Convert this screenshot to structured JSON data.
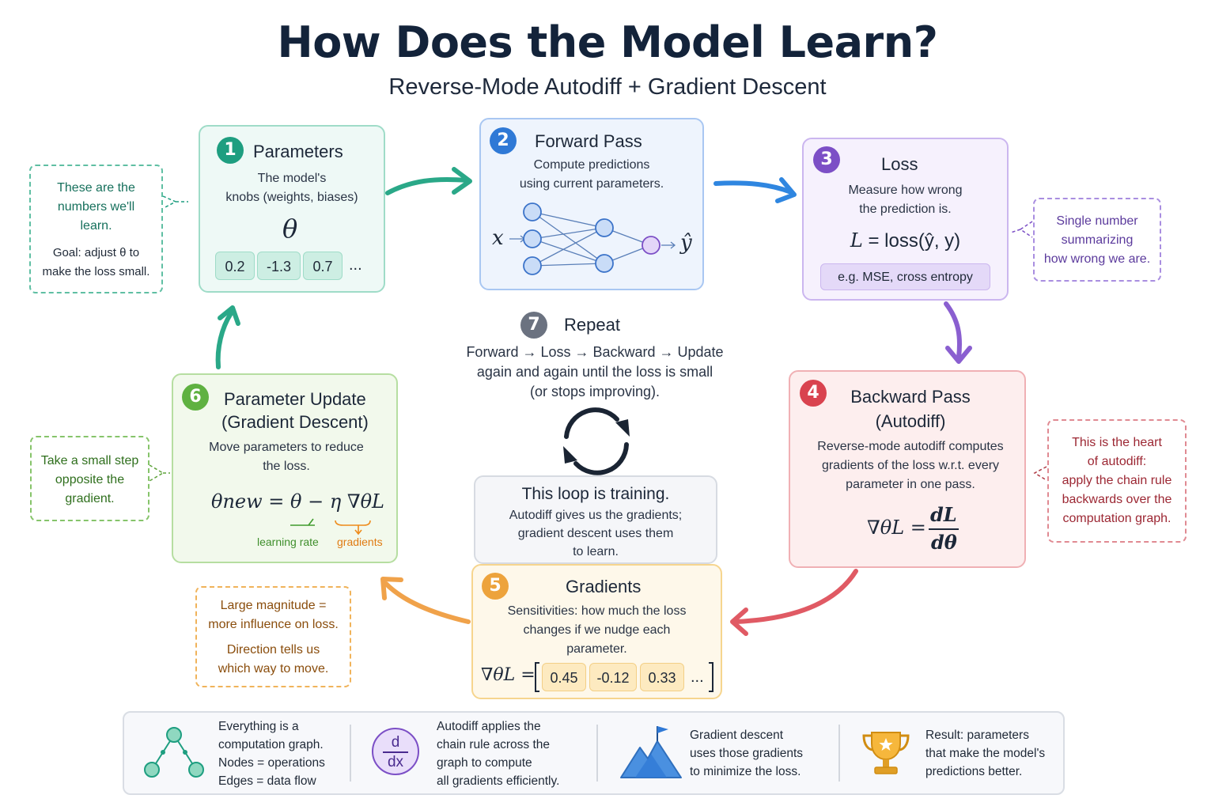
{
  "header": {
    "title": "How Does the Model Learn?",
    "subtitle": "Reverse-Mode Autodiff + Gradient Descent"
  },
  "colors": {
    "teal": "#1e9e80",
    "blue": "#2f79d6",
    "purple": "#7c4fc6",
    "red": "#d9434f",
    "orange": "#eda33c",
    "green": "#5fb141",
    "gray": "#6b7280"
  },
  "step1": {
    "num": "1",
    "title": "Parameters",
    "line1": "The model's",
    "line2": "knobs (weights, biases)",
    "symbol": "θ",
    "values": [
      "0.2",
      "-1.3",
      "0.7"
    ],
    "ellipsis": "..."
  },
  "step2": {
    "num": "2",
    "title": "Forward Pass",
    "line1": "Compute predictions",
    "line2": "using current parameters.",
    "input_label": "x",
    "output_label": "ŷ"
  },
  "step3": {
    "num": "3",
    "title": "Loss",
    "line1": "Measure how wrong",
    "line2": "the prediction is.",
    "formula_lhs": "L",
    "formula_eq": " = ",
    "formula_rhs": "loss(ŷ, y)",
    "example": "e.g. MSE, cross entropy"
  },
  "step4": {
    "num": "4",
    "title1": "Backward Pass",
    "title2": "(Autodiff)",
    "line1": "Reverse-mode autodiff computes",
    "line2": "gradients of the loss w.r.t. every",
    "line3": "parameter in one pass.",
    "formula_lhs": "∇θL =",
    "formula_num": "dL",
    "formula_den": "dθ"
  },
  "step5": {
    "num": "5",
    "title": "Gradients",
    "line1": "Sensitivities: how much the loss",
    "line2": "changes if we nudge each",
    "line3": "parameter.",
    "formula_lhs": "∇θL =",
    "values": [
      "0.45",
      "-0.12",
      "0.33"
    ],
    "ellipsis": "..."
  },
  "step6": {
    "num": "6",
    "title1": "Parameter Update",
    "title2": "(Gradient Descent)",
    "line1": "Move parameters to reduce",
    "line2": "the loss.",
    "formula": "θnew = θ − η ∇θL",
    "lr_label": "learning rate",
    "grad_label": "gradients"
  },
  "step7": {
    "num": "7",
    "title": "Repeat",
    "line1": "Forward → Loss → Backward → Update",
    "line2": "again and again until the loss is small",
    "line3": "(or stops improving)."
  },
  "loop_box": {
    "title": "This loop is training.",
    "line1": "Autodiff gives us the gradients;",
    "line2": "gradient descent uses them",
    "line3": "to learn."
  },
  "notes": {
    "params": {
      "line1": "These are the",
      "line2": "numbers we'll",
      "line3": "learn.",
      "line4": "Goal: adjust θ to",
      "line5": "make the loss small."
    },
    "loss": {
      "line1": "Single number",
      "line2": "summarizing",
      "line3": "how wrong we are."
    },
    "autodiff": {
      "line1": "This is the heart",
      "line2": "of autodiff:",
      "line3": "apply the chain rule",
      "line4": "backwards over the",
      "line5": "computation graph."
    },
    "update": {
      "line1": "Take a small step",
      "line2": "opposite the",
      "line3": "gradient."
    },
    "gradients": {
      "line1": "Large magnitude =",
      "line2": "more influence on loss.",
      "line3": "Direction tells us",
      "line4": "which way to move."
    }
  },
  "footer": {
    "item1": {
      "icon": "graph-icon",
      "line1": "Everything is a",
      "line2": "computation graph.",
      "line3": "Nodes = operations",
      "line4": "Edges = data flow"
    },
    "item2": {
      "icon": "derivative-icon",
      "icon_top": "d",
      "icon_bottom": "dx",
      "line1": "Autodiff applies the",
      "line2": "chain rule across the",
      "line3": "graph to compute",
      "line4": "all gradients efficiently."
    },
    "item3": {
      "icon": "mountain-flag-icon",
      "line1": "Gradient descent",
      "line2": "uses those gradients",
      "line3": "to minimize the loss."
    },
    "item4": {
      "icon": "trophy-icon",
      "line1": "Result: parameters",
      "line2": "that make the model's",
      "line3": "predictions better."
    }
  }
}
